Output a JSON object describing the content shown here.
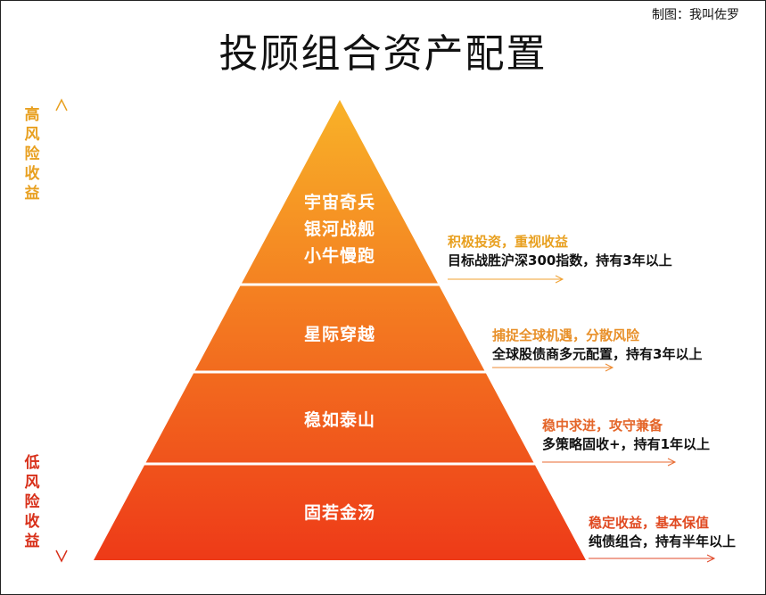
{
  "credit": "制图：我叫佐罗",
  "title": "投顾组合资产配置",
  "axis": {
    "high_label": "高风险收益",
    "low_label": "低风险收益",
    "high_color": "#E8A020",
    "low_color": "#D8301A",
    "arrow_color": "#E8A020"
  },
  "tiers": [
    {
      "lines": [
        "宇宙奇兵",
        "银河战舰",
        "小牛慢跑"
      ],
      "desc_title": "积极投资，重视收益",
      "desc_text": "目标战胜沪深300指数，持有3年以上",
      "title_color": "#E8A020",
      "arrow_color": "#F0A030"
    },
    {
      "lines": [
        "星际穿越"
      ],
      "desc_title": "捕捉全球机遇，分散风险",
      "desc_text": "全球股债商多元配置，持有3年以上",
      "title_color": "#E8902A",
      "arrow_color": "#EE8A30"
    },
    {
      "lines": [
        "稳如泰山"
      ],
      "desc_title": "稳中求进，攻守兼备",
      "desc_text": "多策略固收+，持有1年以上",
      "title_color": "#E4662A",
      "arrow_color": "#E86A30"
    },
    {
      "lines": [
        "固若金汤"
      ],
      "desc_title": "稳定收益，基本保值",
      "desc_text": "纯债组合，持有半年以上",
      "title_color": "#E04A22",
      "arrow_color": "#E04A2A"
    }
  ],
  "colors": {
    "pyramid_top": "#F8B228",
    "pyramid_bottom": "#EE3A18",
    "divider": "#ffffff"
  }
}
